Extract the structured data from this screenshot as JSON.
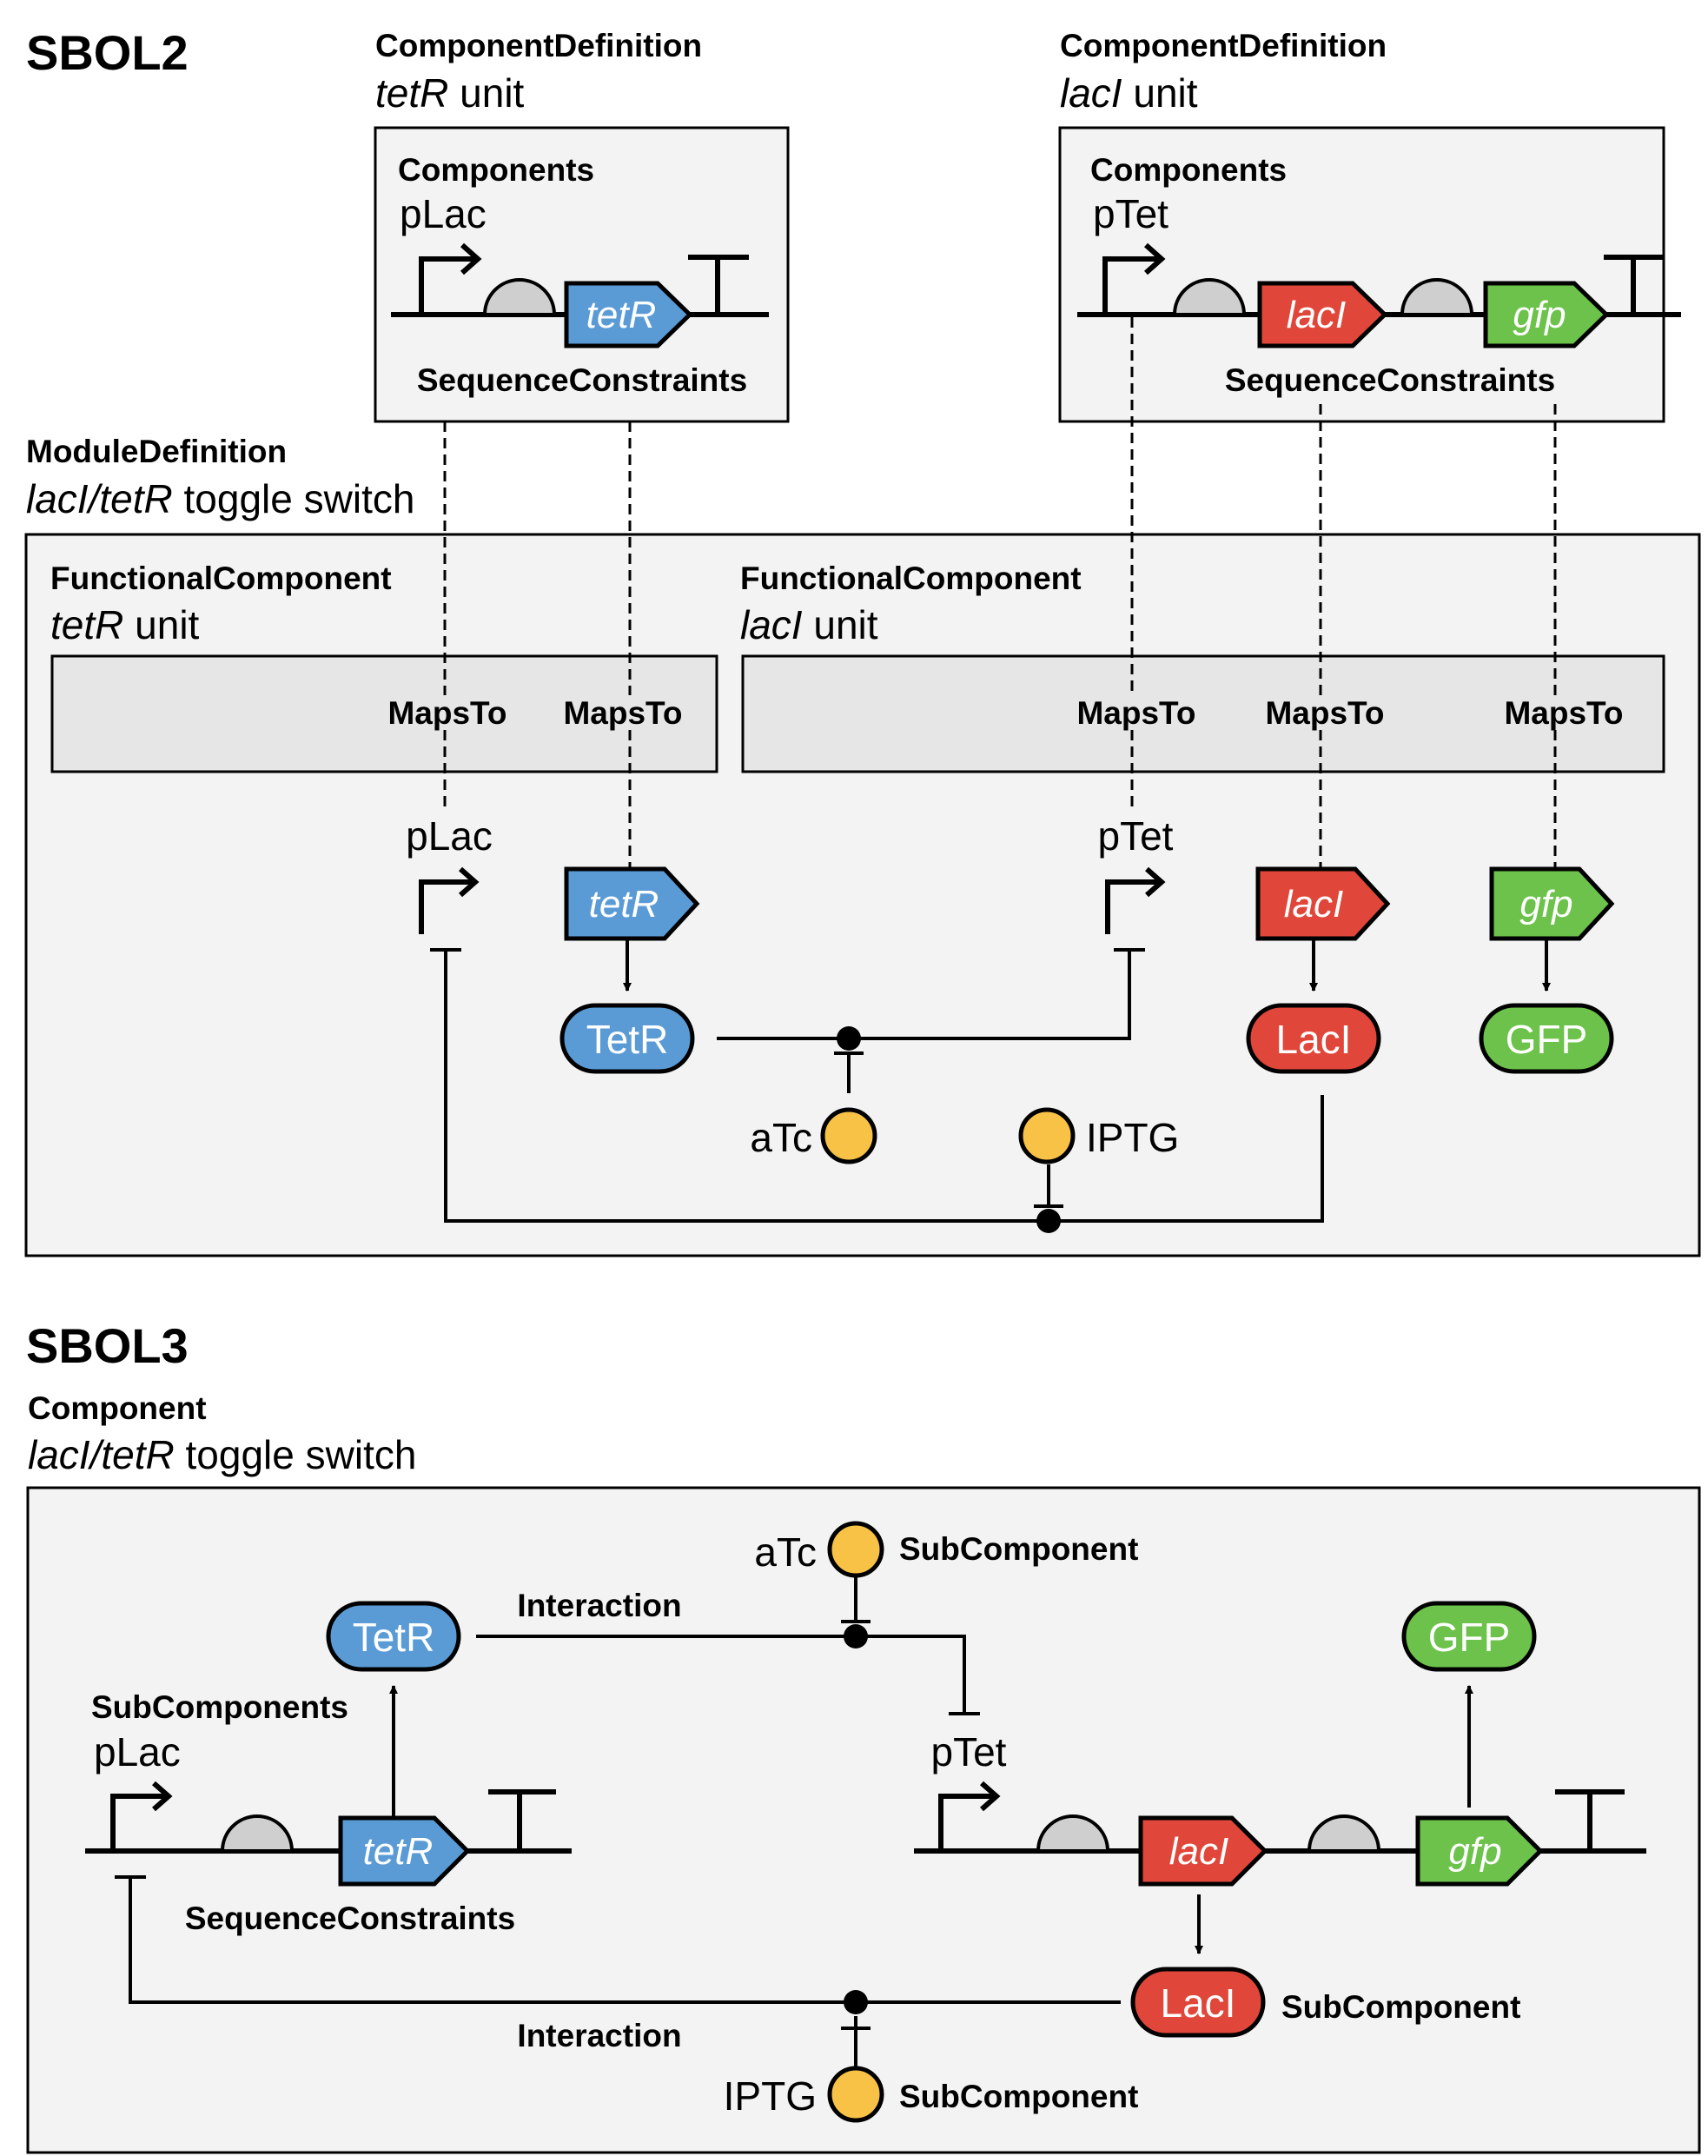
{
  "colors": {
    "tetR": "#5a9bd6",
    "lacI": "#e0473a",
    "gfp": "#6cc24a",
    "smallMolecule": "#f7c245",
    "rbs": "#cfcfcf"
  },
  "sbol2": {
    "heading": "SBOL2",
    "cd_tetR": {
      "type": "ComponentDefinition",
      "name_italic": "tetR",
      "name_rest": " unit",
      "components_label": "Components",
      "promoter": "pLac",
      "cds": "tetR",
      "constraints_label": "SequenceConstraints"
    },
    "cd_lacI": {
      "type": "ComponentDefinition",
      "name_italic": "lacI",
      "name_rest": " unit",
      "components_label": "Components",
      "promoter": "pTet",
      "cds1": "lacI",
      "cds2": "gfp",
      "constraints_label": "SequenceConstraints"
    },
    "module": {
      "type": "ModuleDefinition",
      "name_italic": "lacI/tetR",
      "name_rest": " toggle switch"
    },
    "fc_tetR": {
      "type": "FunctionalComponent",
      "name_italic": "tetR",
      "name_rest": " unit"
    },
    "fc_lacI": {
      "type": "FunctionalComponent",
      "name_italic": "lacI",
      "name_rest": " unit"
    },
    "maps_to": [
      "MapsTo",
      "MapsTo",
      "MapsTo",
      "MapsTo",
      "MapsTo"
    ],
    "promoters": [
      "pLac",
      "pTet"
    ],
    "cds": [
      "tetR",
      "lacI",
      "gfp"
    ],
    "proteins": [
      "TetR",
      "LacI",
      "GFP"
    ],
    "small_molecules": [
      "aTc",
      "IPTG"
    ]
  },
  "sbol3": {
    "heading": "SBOL3",
    "component": {
      "type": "Component",
      "name_italic": "lacI/tetR",
      "name_rest": " toggle switch"
    },
    "small_molecules": [
      "aTc",
      "IPTG"
    ],
    "subcomponent_labels": [
      "SubComponent",
      "SubComponent",
      "SubComponent"
    ],
    "interaction_labels": [
      "Interaction",
      "Interaction"
    ],
    "subcomponents_label": "SubComponents",
    "constraints_label": "SequenceConstraints",
    "promoters": [
      "pLac",
      "pTet"
    ],
    "cds": [
      "tetR",
      "lacI",
      "gfp"
    ],
    "proteins": [
      "TetR",
      "GFP",
      "LacI"
    ]
  }
}
